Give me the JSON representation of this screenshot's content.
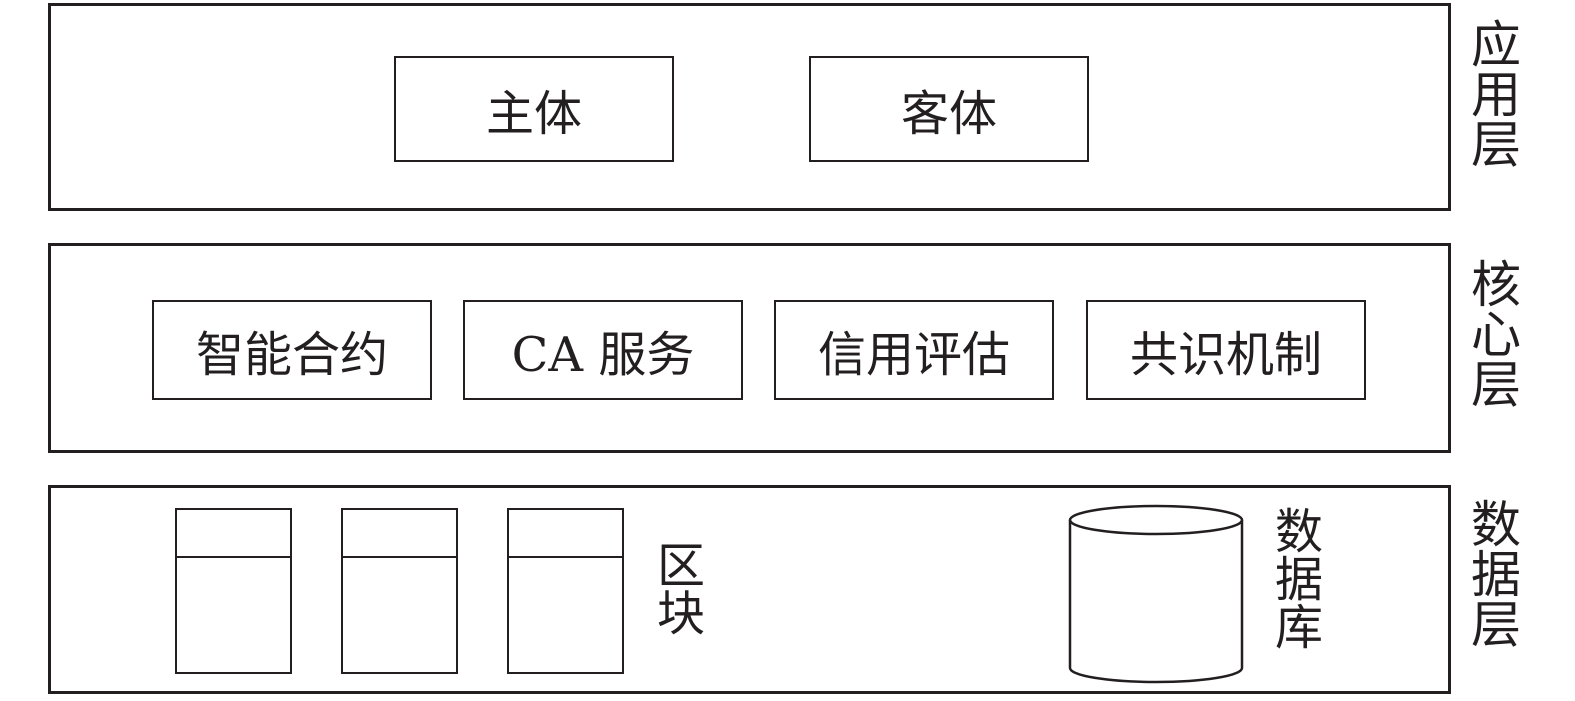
{
  "layers": {
    "application": {
      "label": "应用层",
      "items": [
        "主体",
        "客体"
      ]
    },
    "core": {
      "label": "核心层",
      "items": [
        "智能合约",
        "CA 服务",
        "信用评估",
        "共识机制"
      ]
    },
    "data": {
      "label": "数据层",
      "blocks_label": "区块",
      "database_label": "数据库"
    }
  },
  "colors": {
    "stroke": "#231f20",
    "background": "#ffffff"
  }
}
